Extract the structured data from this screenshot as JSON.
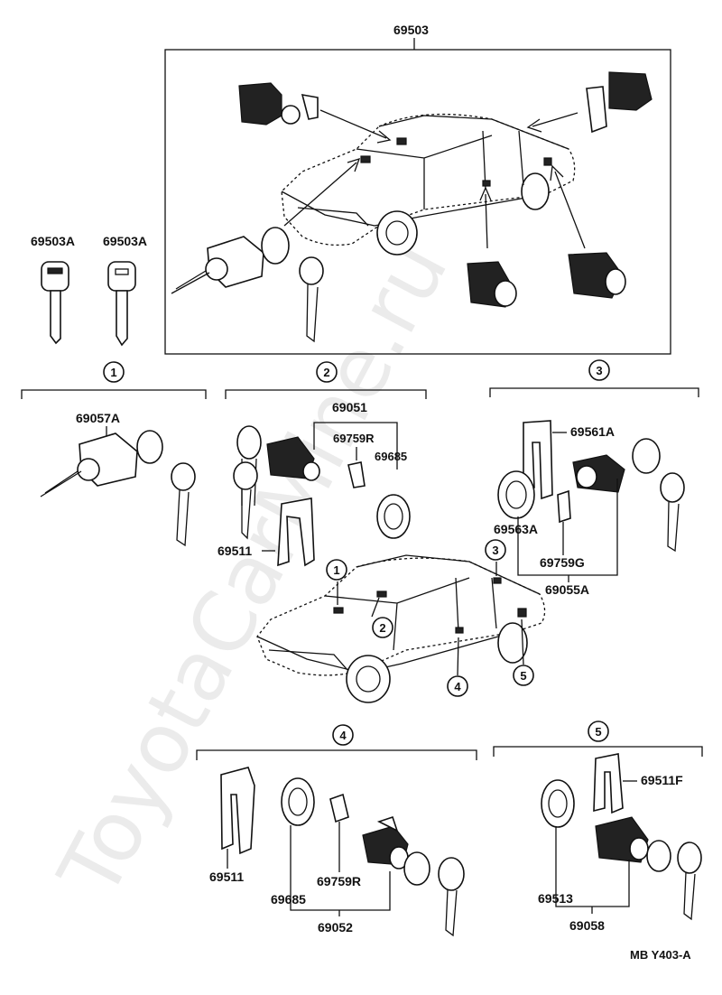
{
  "parts": {
    "p69503": "69503",
    "p69503A_left": "69503A",
    "p69503A_right": "69503A",
    "p69057A": "69057A",
    "p69051": "69051",
    "p69759R_top": "69759R",
    "p69685_top": "69685",
    "p69511_top": "69511",
    "p69561A": "69561A",
    "p69563A": "69563A",
    "p69759G": "69759G",
    "p69055A": "69055A",
    "p69511F": "69511F",
    "p69511_bottom": "69511",
    "p69685_bottom": "69685",
    "p69759R_bottom": "69759R",
    "p69052": "69052",
    "p69513": "69513",
    "p69058": "69058"
  },
  "circles": {
    "c1": "1",
    "c2": "2",
    "c3": "3",
    "c4": "4",
    "c5": "5"
  },
  "footer": {
    "code": "MB Y403-A"
  },
  "watermark": "ToyotaCarMine.ru"
}
